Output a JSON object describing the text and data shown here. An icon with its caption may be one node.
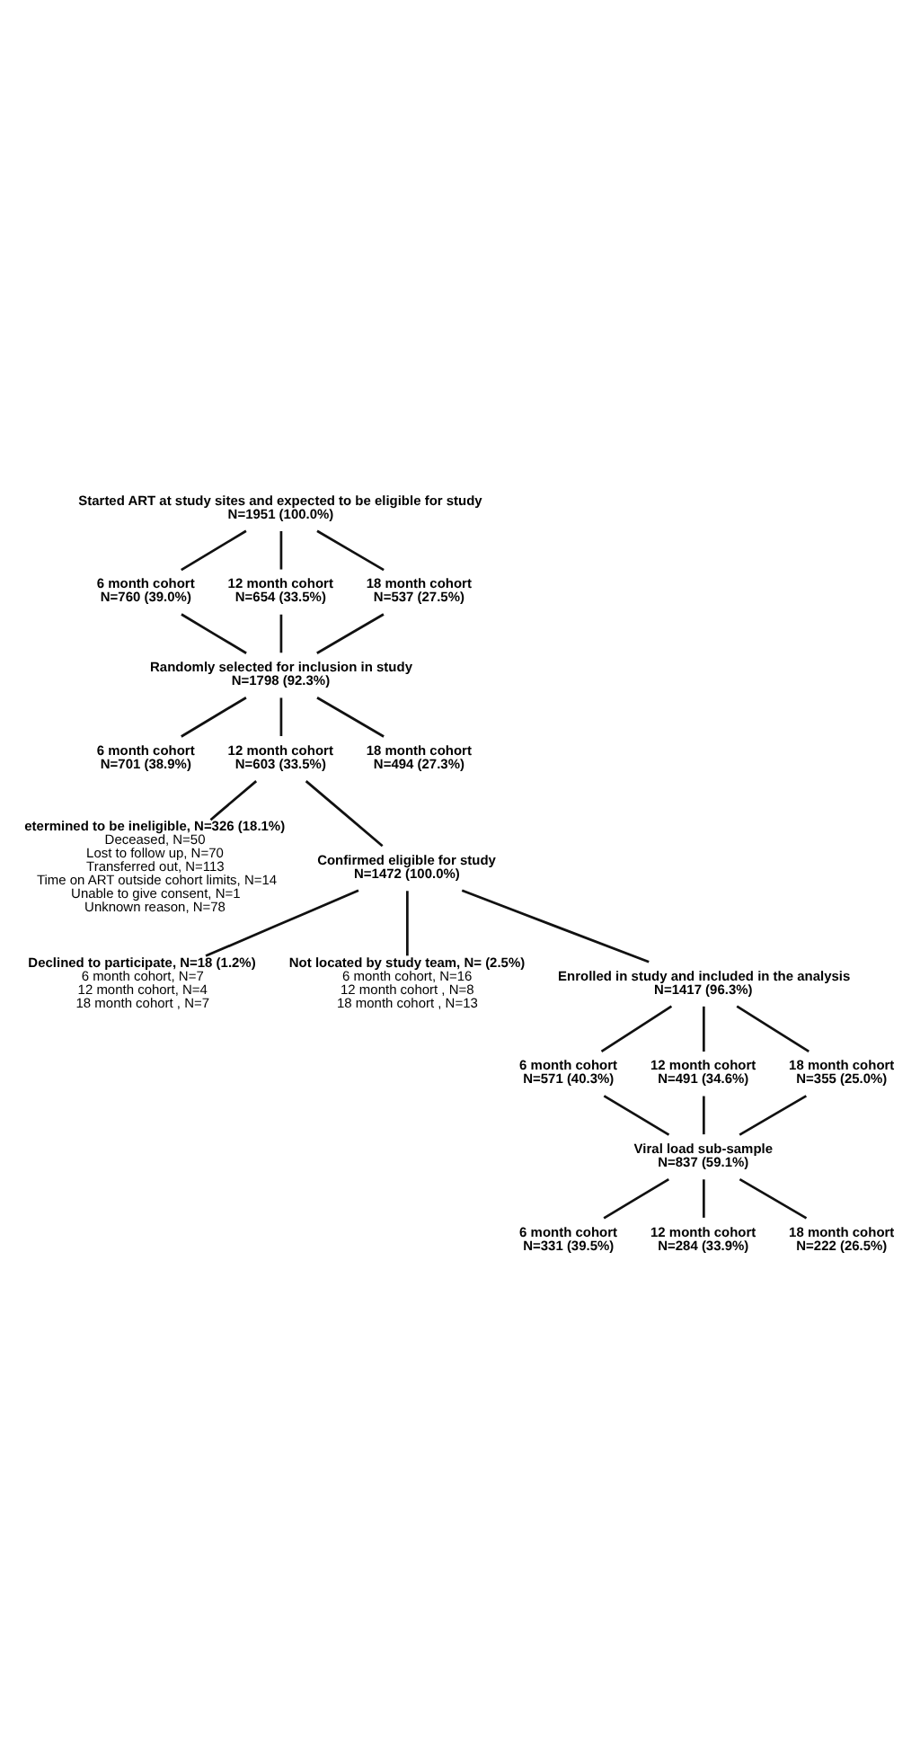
{
  "diagram": {
    "nodes": [
      {
        "text": [
          "Started ART at study sites and expected to be eligible for study",
          "N=1951 (100.0%)"
        ]
      },
      {
        "text": [
          "6 month cohort",
          "N=760 (39.0%)"
        ]
      },
      {
        "text": [
          "12 month cohort",
          "N=654 (33.5%)"
        ]
      },
      {
        "text": [
          "18 month cohort",
          "N=537 (27.5%)"
        ]
      },
      {
        "text": [
          "Randomly selected for inclusion in study",
          "N=1798 (92.3%)"
        ]
      },
      {
        "text": [
          "6 month cohort",
          "N=701 (38.9%)"
        ]
      },
      {
        "text": [
          "12 month cohort",
          "N=603 (33.5%)"
        ]
      },
      {
        "text": [
          "18 month cohort",
          "N=494 (27.3%)"
        ]
      },
      {
        "text": [
          "etermined to be ineligible, N=326 (18.1%)",
          "Deceased, N=50",
          "Lost to follow up, N=70",
          "Transferred out, N=113",
          "Time on ART outside cohort limits, N=14",
          "Unable to give consent, N=1",
          "Unknown reason, N=78"
        ]
      },
      {
        "text": [
          "Confirmed eligible for study",
          "N=1472 (100.0%)"
        ]
      },
      {
        "text": [
          "Declined to participate, N=18 (1.2%)",
          "6 month cohort, N=7",
          "12 month cohort, N=4",
          "18 month cohort , N=7"
        ]
      },
      {
        "text": [
          "Not located by study team, N= (2.5%)",
          "6 month cohort, N=16",
          "12 month cohort , N=8",
          "18 month cohort , N=13"
        ]
      },
      {
        "text": [
          "Enrolled in study and included in the analysis",
          "N=1417 (96.3%)"
        ]
      },
      {
        "text": [
          "6 month cohort",
          "N=571 (40.3%)"
        ]
      },
      {
        "text": [
          "12 month cohort",
          "N=491 (34.6%)"
        ]
      },
      {
        "text": [
          "18 month cohort",
          "N=355 (25.0%)"
        ]
      },
      {
        "text": [
          "Viral load sub-sample",
          "N=837 (59.1%)"
        ]
      },
      {
        "text": [
          "6 month cohort",
          "N=331 (39.5%)"
        ]
      },
      {
        "text": [
          "12 month cohort",
          "N=284 (33.9%)"
        ]
      },
      {
        "text": [
          "18 month cohort",
          "N=222 (26.5%)"
        ]
      }
    ],
    "edges": [
      {
        "from": 0,
        "to": 1,
        "arrow": "none"
      },
      {
        "from": 0,
        "to": 2,
        "arrow": "none"
      },
      {
        "from": 0,
        "to": 3,
        "arrow": "none"
      },
      {
        "from": 1,
        "to": 4,
        "arrow": "none"
      },
      {
        "from": 2,
        "to": 4,
        "arrow": "none"
      },
      {
        "from": 3,
        "to": 4,
        "arrow": "none"
      },
      {
        "from": 4,
        "to": 5,
        "arrow": "none"
      },
      {
        "from": 4,
        "to": 6,
        "arrow": "none"
      },
      {
        "from": 4,
        "to": 7,
        "arrow": "none"
      },
      {
        "from": 6,
        "to": 8,
        "arrow": "none"
      },
      {
        "from": 6,
        "to": 9,
        "arrow": "none"
      },
      {
        "from": 9,
        "to": 10,
        "arrow": "none"
      },
      {
        "from": 9,
        "to": 11,
        "arrow": "none"
      },
      {
        "from": 9,
        "to": 12,
        "arrow": "none"
      },
      {
        "from": 12,
        "to": 13,
        "arrow": "none"
      },
      {
        "from": 12,
        "to": 14,
        "arrow": "none"
      },
      {
        "from": 12,
        "to": 15,
        "arrow": "none"
      },
      {
        "from": 13,
        "to": 16,
        "arrow": "none"
      },
      {
        "from": 14,
        "to": 16,
        "arrow": "none"
      },
      {
        "from": 15,
        "to": 16,
        "arrow": "none"
      },
      {
        "from": 16,
        "to": 17,
        "arrow": "none"
      },
      {
        "from": 16,
        "to": 18,
        "arrow": "none"
      },
      {
        "from": 16,
        "to": 19,
        "arrow": "none"
      }
    ]
  }
}
